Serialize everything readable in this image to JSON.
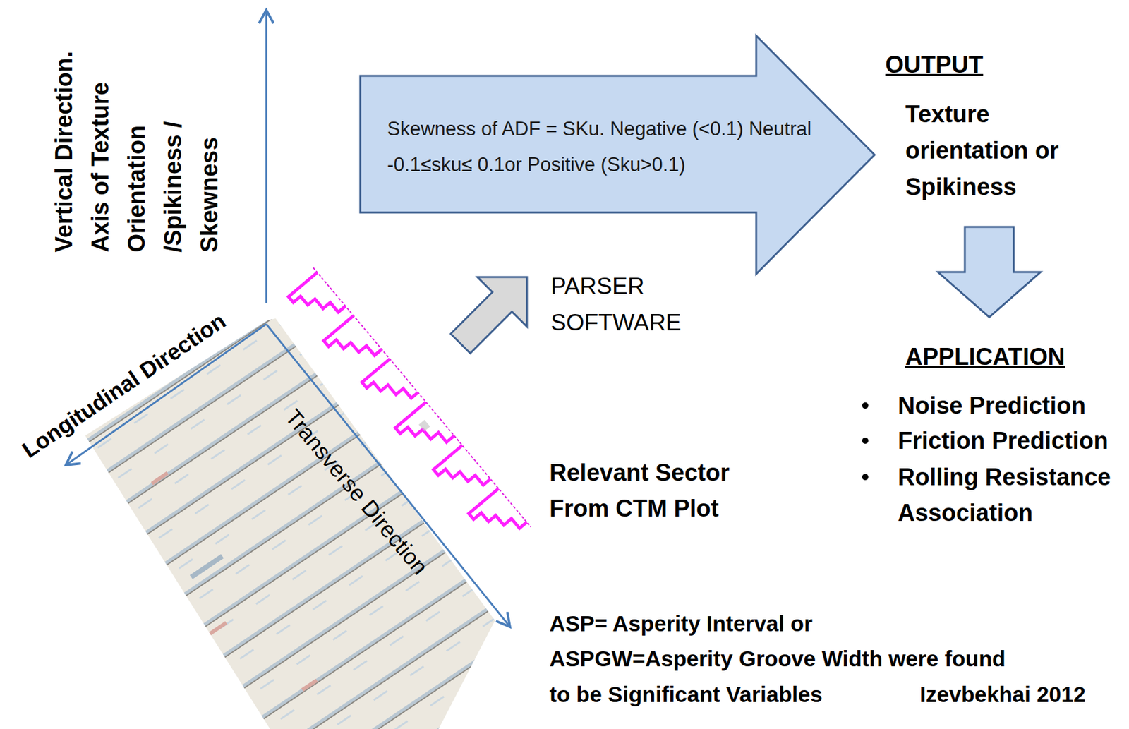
{
  "diagram": {
    "nodes": [
      {
        "text": [
          "Skewness of ADF = SKu.  Negative (<0.1) Neutral  -0.1≤sku≤ 0.1or Positive (Sku>0.1)"
        ]
      }
    ],
    "labels": [
      "Vertical Direction. Axis of Texture Orientation /Spikiness / Skewness",
      "Longitudinal Direction",
      "Transverse Direction",
      "PARSER SOFTWARE",
      "OUTPUT",
      "Texture orientation or Spikiness",
      "APPLICATION",
      "Noise Prediction",
      "Friction Prediction",
      "Rolling Resistance Association",
      "Relevant Sector From CTM Plot",
      "ASP= Asperity Interval or",
      "ASPGW=Asperity Groove Width were found to be Significant Variables",
      "Izevbekhai 2012"
    ]
  }
}
